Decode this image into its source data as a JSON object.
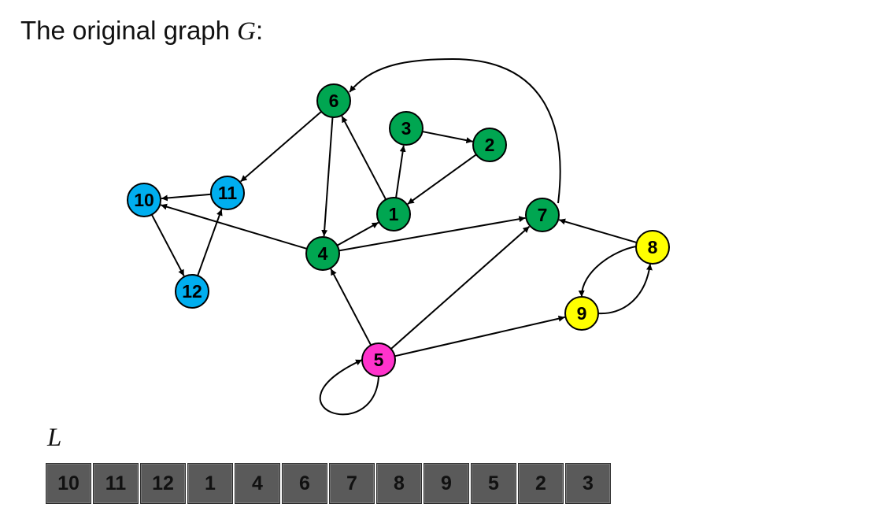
{
  "title": {
    "prefix": "The original graph ",
    "symbol": "G",
    "suffix": ":"
  },
  "colors": {
    "green": "#00a651",
    "blue": "#00aeef",
    "yellow": "#ffff00",
    "magenta": "#ff33cc",
    "cell_bg": "#5a5a5a"
  },
  "graph": {
    "nodes": [
      {
        "id": "1",
        "label": "1",
        "color": "green"
      },
      {
        "id": "2",
        "label": "2",
        "color": "green"
      },
      {
        "id": "3",
        "label": "3",
        "color": "green"
      },
      {
        "id": "4",
        "label": "4",
        "color": "green"
      },
      {
        "id": "5",
        "label": "5",
        "color": "magenta"
      },
      {
        "id": "6",
        "label": "6",
        "color": "green"
      },
      {
        "id": "7",
        "label": "7",
        "color": "green"
      },
      {
        "id": "8",
        "label": "8",
        "color": "yellow"
      },
      {
        "id": "9",
        "label": "9",
        "color": "yellow"
      },
      {
        "id": "10",
        "label": "10",
        "color": "blue"
      },
      {
        "id": "11",
        "label": "11",
        "color": "blue"
      },
      {
        "id": "12",
        "label": "12",
        "color": "blue"
      }
    ],
    "edges": [
      {
        "from": "6",
        "to": "11"
      },
      {
        "from": "6",
        "to": "4"
      },
      {
        "from": "1",
        "to": "6"
      },
      {
        "from": "1",
        "to": "3"
      },
      {
        "from": "3",
        "to": "2"
      },
      {
        "from": "2",
        "to": "1"
      },
      {
        "from": "4",
        "to": "1"
      },
      {
        "from": "4",
        "to": "10"
      },
      {
        "from": "4",
        "to": "7"
      },
      {
        "from": "11",
        "to": "10"
      },
      {
        "from": "10",
        "to": "12"
      },
      {
        "from": "12",
        "to": "11"
      },
      {
        "from": "7",
        "to": "6"
      },
      {
        "from": "8",
        "to": "7"
      },
      {
        "from": "8",
        "to": "9"
      },
      {
        "from": "9",
        "to": "8"
      },
      {
        "from": "5",
        "to": "4"
      },
      {
        "from": "5",
        "to": "7"
      },
      {
        "from": "5",
        "to": "9"
      },
      {
        "from": "5",
        "to": "5"
      }
    ]
  },
  "list": {
    "label": "L",
    "items": [
      "10",
      "11",
      "12",
      "1",
      "4",
      "6",
      "7",
      "8",
      "9",
      "5",
      "2",
      "3"
    ]
  }
}
